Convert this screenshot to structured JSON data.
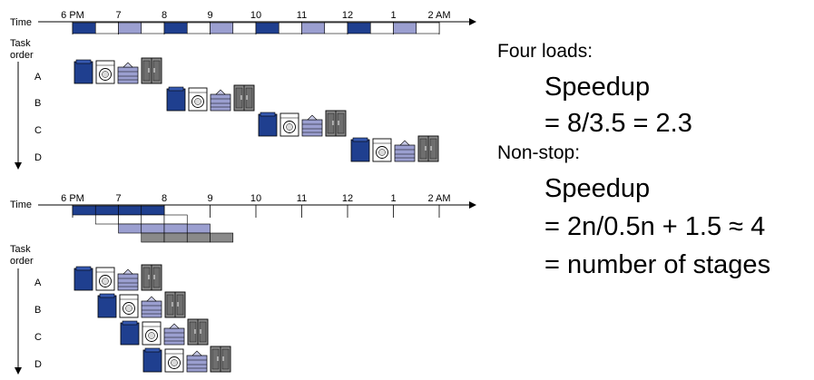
{
  "time_ticks": [
    "6 PM",
    "7",
    "8",
    "9",
    "10",
    "11",
    "12",
    "1",
    "2 AM"
  ],
  "top_diagram": {
    "time_label": "Time",
    "task_order_label_1": "Task",
    "task_order_label_2": "order",
    "tasks": [
      "A",
      "B",
      "C",
      "D"
    ]
  },
  "bottom_diagram": {
    "time_label": "Time",
    "task_order_label_1": "Task",
    "task_order_label_2": "order",
    "tasks": [
      "A",
      "B",
      "C",
      "D"
    ]
  },
  "colors": {
    "wash": "#1f3f8f",
    "dry": "#ffffff",
    "fold": "#9b9fd0",
    "store": "#8a8a8a"
  },
  "explanation": {
    "four_loads_heading": "Four loads:",
    "speedup_label": "Speedup",
    "speedup_value": "= 8/3.5 = 2.3",
    "nonstop_heading": "Non-stop:",
    "nonstop_speedup_label": "Speedup",
    "nonstop_formula": "= 2n/0.5n + 1.5 ≈ 4",
    "nonstop_conclusion": "= number of stages"
  }
}
